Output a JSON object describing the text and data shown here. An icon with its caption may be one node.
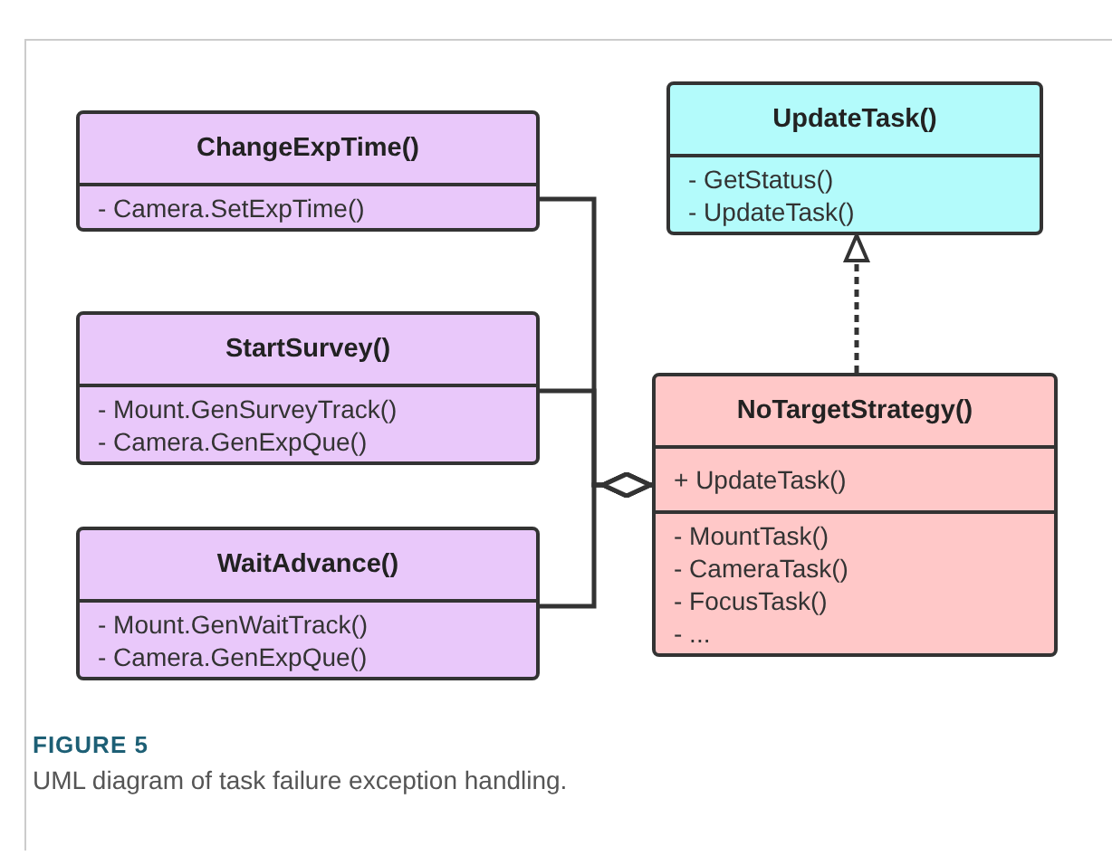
{
  "diagram": {
    "caption": "UML diagram of task failure exception handling.",
    "nodes": [
      {
        "text": [
          "ChangeExpTime()",
          "- Camera.SetExpTime()"
        ]
      },
      {
        "text": [
          "StartSurvey()",
          "- Mount.GenSurveyTrack()",
          "- Camera.GenExpQue()"
        ]
      },
      {
        "text": [
          "WaitAdvance()",
          "- Mount.GenWaitTrack()",
          "- Camera.GenExpQue()"
        ]
      },
      {
        "text": [
          "UpdateTask()",
          "- GetStatus()",
          "- UpdateTask()"
        ]
      },
      {
        "text": [
          "NoTargetStrategy()",
          "+ UpdateTask()",
          "- MountTask()",
          "- CameraTask()",
          "- FocusTask()",
          "- ..."
        ]
      }
    ],
    "edges": [
      {
        "from": 0,
        "to": 4,
        "arrow": "other"
      },
      {
        "from": 1,
        "to": 4,
        "arrow": "other"
      },
      {
        "from": 2,
        "to": 4,
        "arrow": "other"
      },
      {
        "from": 4,
        "to": 3,
        "arrow": "to",
        "style": "dashed"
      }
    ],
    "labels": [
      "FIGURE 5"
    ]
  }
}
